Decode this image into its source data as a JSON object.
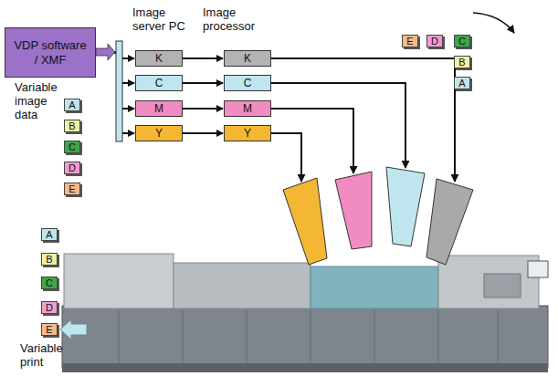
{
  "diagram": {
    "nodes": [
      {
        "text": [
          "VDP software / XMF"
        ]
      },
      {
        "text": [
          "K"
        ]
      },
      {
        "text": [
          "C"
        ]
      },
      {
        "text": [
          "M"
        ]
      },
      {
        "text": [
          "Y"
        ]
      },
      {
        "text": [
          "K"
        ]
      },
      {
        "text": [
          "C"
        ]
      },
      {
        "text": [
          "M"
        ]
      },
      {
        "text": [
          "Y"
        ]
      },
      {
        "text": [
          "A"
        ]
      },
      {
        "text": [
          "B"
        ]
      },
      {
        "text": [
          "C"
        ]
      },
      {
        "text": [
          "D"
        ]
      },
      {
        "text": [
          "E"
        ]
      },
      {
        "text": [
          "E"
        ]
      },
      {
        "text": [
          "D"
        ]
      },
      {
        "text": [
          "C"
        ]
      },
      {
        "text": [
          "B"
        ]
      },
      {
        "text": [
          "A"
        ]
      },
      {
        "text": [
          "A"
        ]
      },
      {
        "text": [
          "B"
        ]
      },
      {
        "text": [
          "C"
        ]
      },
      {
        "text": [
          "D"
        ]
      },
      {
        "text": [
          "E"
        ]
      }
    ],
    "edges": [
      {
        "from": 0,
        "to": 1,
        "arrow": "to"
      },
      {
        "from": 0,
        "to": 2,
        "arrow": "to"
      },
      {
        "from": 0,
        "to": 3,
        "arrow": "to"
      },
      {
        "from": 0,
        "to": 4,
        "arrow": "to"
      },
      {
        "from": 1,
        "to": 5,
        "arrow": "to"
      },
      {
        "from": 2,
        "to": 6,
        "arrow": "to"
      },
      {
        "from": 3,
        "to": 7,
        "arrow": "to"
      },
      {
        "from": 4,
        "to": 8,
        "arrow": "to"
      }
    ],
    "labels": [
      "Image server PC",
      "Image processor",
      "Variable image data",
      "Variable print"
    ]
  }
}
